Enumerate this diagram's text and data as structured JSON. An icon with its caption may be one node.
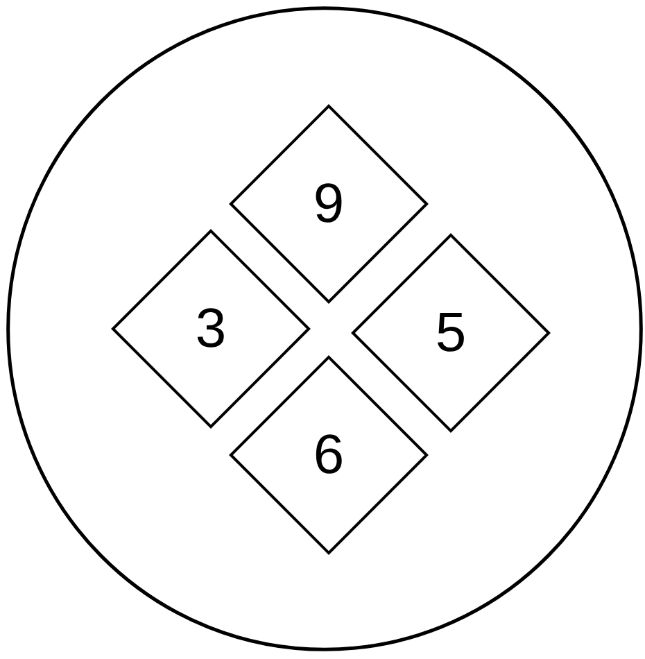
{
  "diagram": {
    "nodes": [
      {
        "text": [],
        "shape": "circle"
      },
      {
        "text": [
          "9"
        ],
        "in": 0
      },
      {
        "text": [
          "3"
        ],
        "in": 0
      },
      {
        "text": [
          "5"
        ],
        "in": 0
      },
      {
        "text": [
          "6"
        ],
        "in": 0
      }
    ]
  }
}
